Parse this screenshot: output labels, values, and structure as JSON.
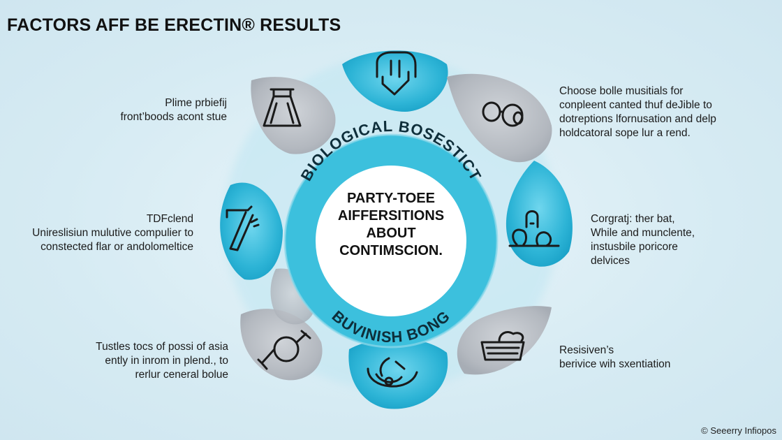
{
  "title": "FACTORS AFF BE ERECTIN® RESULTS",
  "center": {
    "ring_top": "BIOLOGICAL BOSESTICT",
    "ring_bottom": "BUVINISH BONG",
    "lines": [
      "PARTY-TOEE",
      "AIFFERSITIONS",
      "ABOUT",
      "CONTIMSCION."
    ]
  },
  "left_notes": [
    {
      "lines": [
        "Plime prbiefij",
        "front’boods acont stue"
      ]
    },
    {
      "lines": [
        "TDFclend",
        "Unireslisiun mulutive compulier to",
        "constected flar or andolomeltice"
      ]
    },
    {
      "lines": [
        "Tustles tocs of possi of asia",
        "ently in inrom in plend., to",
        "rerlur ceneral bolue"
      ]
    }
  ],
  "right_notes": [
    {
      "lines": [
        "Choose bolle musitials for",
        "conpleent canted thuf deJible to",
        "dotreptions lfornusation  and delp",
        "holdcatoral sope lur  a rend."
      ]
    },
    {
      "lines": [
        "Corgratj: ther bat,",
        "While and munclente,",
        "instusbile poricore",
        "delvices"
      ]
    },
    {
      "lines": [
        "Resisiven’s",
        "berivice wih sxentiation"
      ]
    }
  ],
  "icons": [
    "helmet-icon",
    "blocks-icon",
    "flask-icon",
    "pills-icon",
    "syringe-icon",
    "hands-icon",
    "dumbbell-icon",
    "bath-icon",
    "food-icon"
  ],
  "copyright": "© Seeerry Infiopos",
  "colors": {
    "accent": "#2fb8d8",
    "grey_petal": "#b7bcc3",
    "ring": "#3cc0dd",
    "text": "#1a1a1a"
  }
}
